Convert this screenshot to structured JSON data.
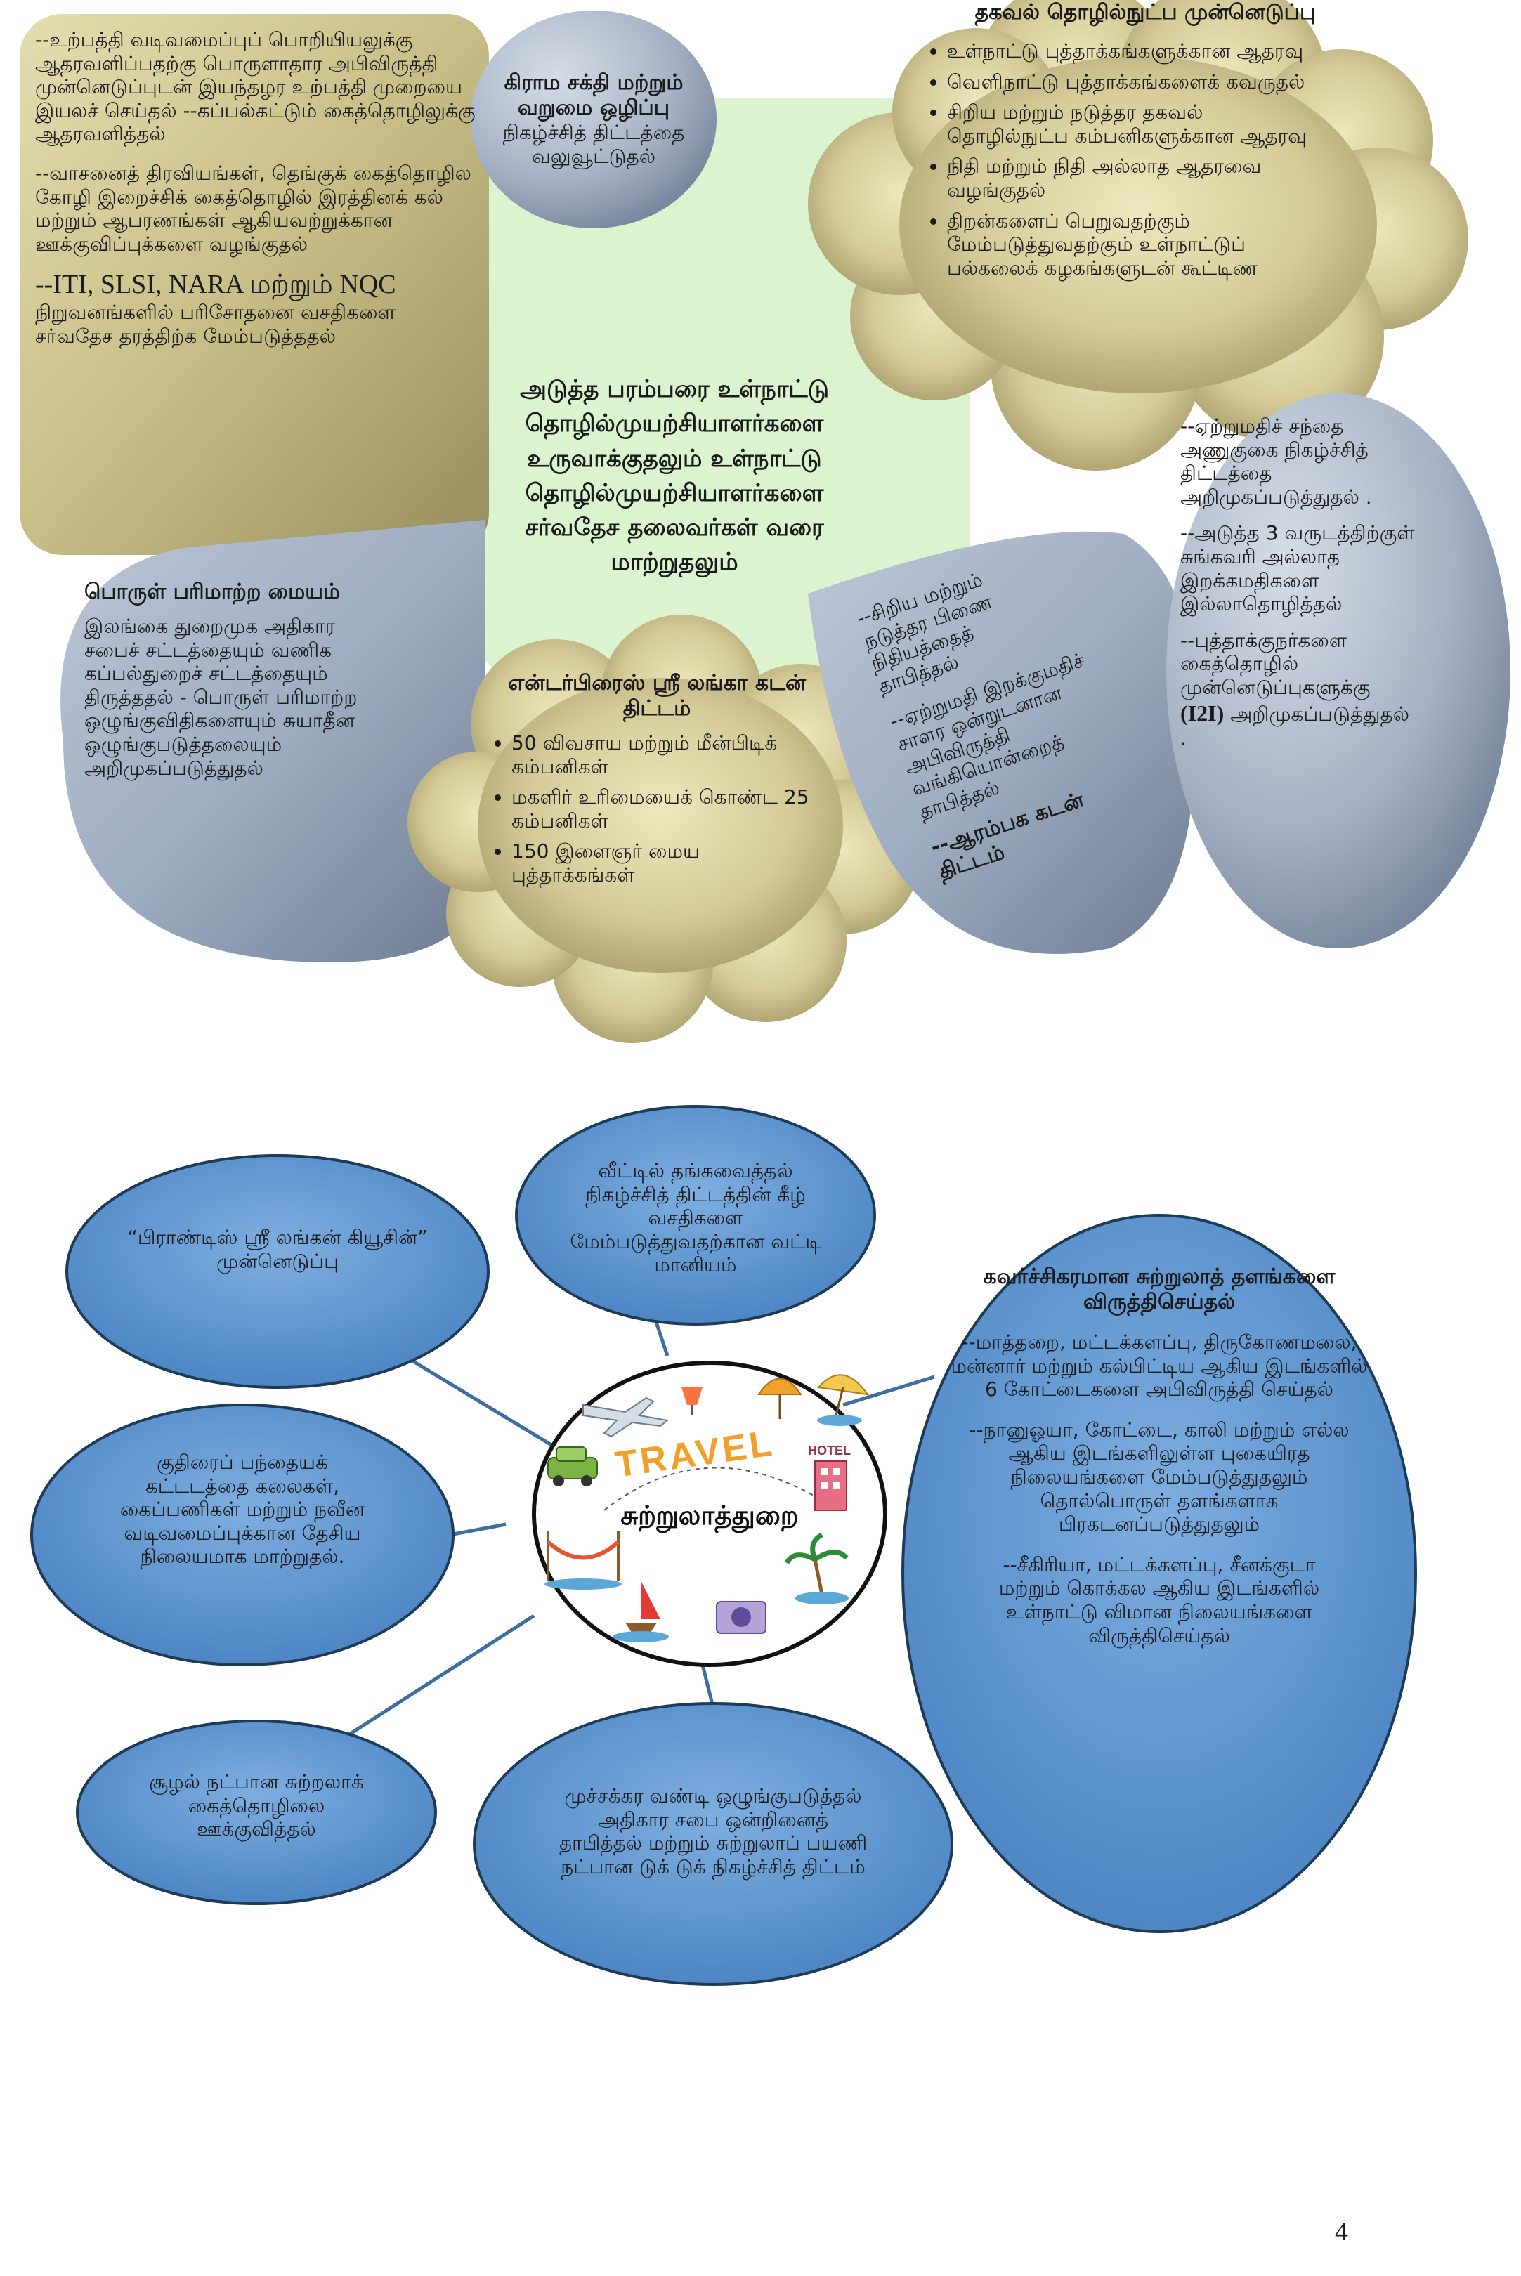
{
  "section1": {
    "center_text": "அடுத்த பரம்பரை உள்நாட்டு தொழில்முயற்சியாளர்களை உருவாக்குதலும் உள்நாட்டு தொழில்முயற்சியாளர்களை சர்வதேச தலைவர்கள் வரை மாற்றுதலும்",
    "topleft": {
      "p1": "--உற்பத்தி வடிவமைப்புப் பொறியியலுக்கு ஆதரவளிப்பதற்கு பொருளாதார அபிவிருத்தி முன்னெடுப்புடன் இயந்தழர உற்பத்தி முறையை இயலச் செய்தல் --கப்பல்கட்டும் கைத்தொழிலுக்கு ஆதரவளித்தல்",
      "p2": "--வாசனைத் திரவியங்கள், தெங்குக் கைத்தொழில கோழி இறைச்சிக் கைத்தொழில் இரத்தினக் கல் மற்றும் ஆபரணங்கள் ஆகியவற்றுக்கான ஊக்குவிப்புக்களை வழங்குதல்",
      "p3a": "--ITI, SLSI, NARA மற்றும் NQC",
      "p3b": "நிறுவனங்களில் பரிசோதனை வசதிகளை சர்வதேச தரத்திற்க மேம்படுத்ததல்"
    },
    "grama": {
      "title": "கிராம சக்தி மற்றும் வறுமை ஒழிப்பு",
      "body": "நிகழ்ச்சித் திட்டத்தை வலுவூட்டுதல்"
    },
    "it": {
      "title": "தகவல் தொழில்நுட்ப முன்னெடுப்பு",
      "items": [
        "உள்நாட்டு புத்தாக்கங்களுக்கான ஆதரவு",
        "வெளிநாட்டு புத்தாக்கங்களைக் கவருதல்",
        "சிறிய மற்றும் நடுத்தர தகவல் தொழில்நுட்ப கம்பனிகளுக்கான ஆதரவு",
        "நிதி மற்றும் நிதி அல்லாத ஆதரவை வழங்குதல்",
        "திறன்களைப் பெறுவதற்கும் மேம்படுத்துவதற்கும் உள்நாட்டுப் பல்கலைக் கழகங்களுடன் கூட்டிண"
      ]
    },
    "right_oval": {
      "p1": "--ஏற்றுமதிச் சந்தை அணுகுகை நிகழ்ச்சித் திட்டத்தை அறிமுகப்படுத்துதல் .",
      "p2": "--அடுத்த 3 வருடத்திற்குள் சுங்கவரி அல்லாத இறக்கமதிகளை இல்லாதொழித்தல்",
      "p3a": "--புத்தாக்குநர்களை கைத்தொழில் முன்னெடுப்புகளுக்கு",
      "p3b": "(I2I)",
      "p3c": "அறிமுகப்படுத்துதல் ."
    },
    "exchange": {
      "title": "பொருள் பரிமாற்ற மையம்",
      "body": "இலங்கை துறைமுக அதிகார சபைச் சட்டத்தையும் வணிக கப்பல்துறைச் சட்டத்தையும் திருத்ததல் - பொருள் பரிமாற்ற ஒழுங்குவிதிகளையும் சுயாதீன ஒழுங்குபடுத்தலையும் அறிமுகப்படுத்துதல்"
    },
    "enterprise": {
      "title": "என்டர்பிரைஸ் ஸ்ரீ லங்கா கடன் திட்டம்",
      "items": [
        "50 விவசாய மற்றும் மீன்பிடிக் கம்பனிகள்",
        "மகளிர் உரிமையைக் கொண்ட 25 கம்பனிகள்",
        "150 இளைஞர் மைய புத்தாக்கங்கள்"
      ]
    },
    "sme": {
      "p1": "--சிறிய மற்றும் நடுத்தர பிணை நிதியத்தைத் தாபித்தல்",
      "p2": "--ஏற்றுமதி இறக்குமதிச் சாளர ஒன்றுடனான அபிவிருத்தி வங்கியொன்றைத் தாபித்தல்",
      "p3": "--ஆரம்பக கடன் திட்டம்"
    }
  },
  "section2": {
    "center_label": "சுற்றுலாத்துறை",
    "travel_word": "TRAVEL",
    "hotel_word": "HOTEL",
    "brandy": "“பிராண்டிஸ் ஸ்ரீ லங்கன் கியூசின்” முன்னெடுப்பு",
    "home": "வீட்டில் தங்கவைத்தல் நிகழ்ச்சித் திட்டத்தின் கீழ் வசதிகளை மேம்படுத்துவதற்கான வட்டி மானியம்",
    "horse": "குதிரைப் பந்தையக் கட்டடத்தை கலைகள், கைப்பணிகள் மற்றும் நவீன வடிவமைப்புக்கான தேசிய நிலையமாக மாற்றுதல்.",
    "eco": "சூழல் நட்பான சுற்றலாக் கைத்தொழிலை ஊக்குவித்தல்",
    "tuk": "முச்சக்கர வண்டி ஒழுங்குபடுத்தல் அதிகார சபை ஒன்றினைத் தாபித்தல் மற்றும் சுற்றுலாப் பயணி நட்பான டுக் டுக் நிகழ்ச்சித் திட்டம்",
    "attract": {
      "title": "கவர்ச்சிகரமான சுற்றுலாத் தளங்களை விருத்திசெய்தல்",
      "p1": "--மாத்தறை, மட்டக்களப்பு, திருகோணமலை, மன்னார் மற்றும் கல்பிட்டிய ஆகிய இடங்களில் 6 கோட்டைகளை அபிவிருத்தி செய்தல்",
      "p2": "--நானுஓயா, கோட்டை, காலி மற்றும் எல்ல ஆகிய இடங்களிலுள்ள புகையிரத நிலையங்களை மேம்படுத்துதலும் தொல்பொருள் தளங்களாக பிரகடனப்படுத்துதலும்",
      "p3": "--சீகிரியா, மட்டக்களப்பு, சீனக்குடா மற்றும் கொக்கல ஆகிய இடங்களில் உள்நாட்டு விமான நிலையங்களை விருத்திசெய்தல்"
    }
  },
  "page_number": "4"
}
